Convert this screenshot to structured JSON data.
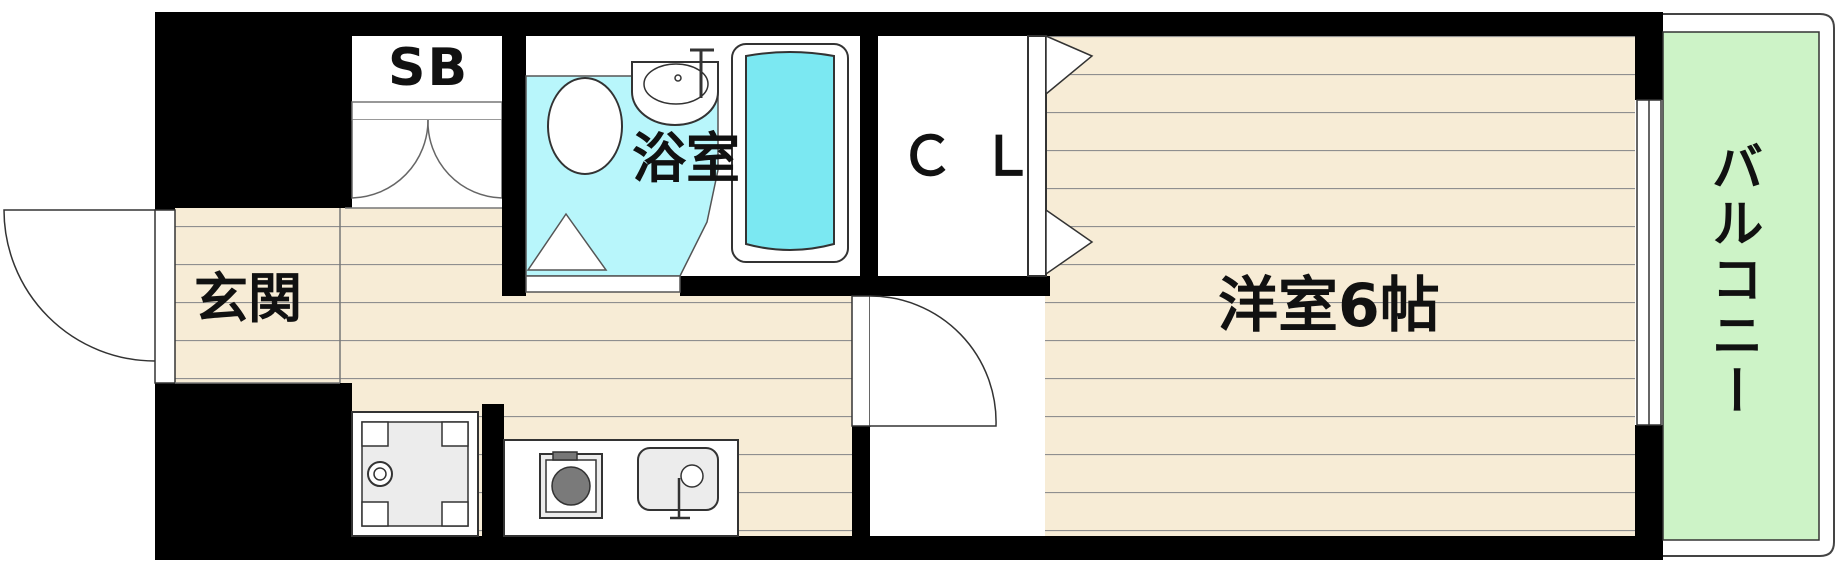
{
  "title": "",
  "labels": {
    "storage": "SB",
    "bathroom": "浴室",
    "closet": "ＣＬ",
    "entrance": "玄関",
    "western_room": "洋室6帖",
    "balcony": "バルコニー"
  },
  "colors": {
    "floor": "#f7ecd6",
    "floor_lines": "#8a8a8a",
    "wall": "#000000",
    "bath_tile": "#b8f6fb",
    "tub_water": "#7be8f2",
    "balcony": "#cdf3c7",
    "fixtures": "#ececec"
  }
}
